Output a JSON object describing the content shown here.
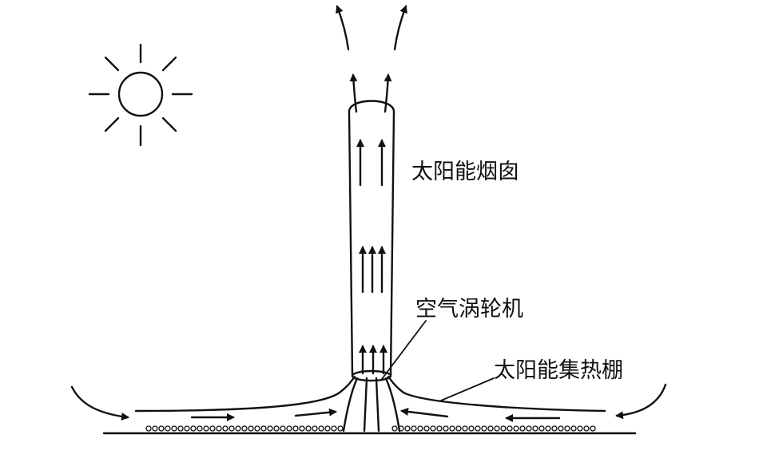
{
  "labels": {
    "chimney": "太阳能烟囱",
    "turbine": "空气涡轮机",
    "collector": "太阳能集热棚"
  },
  "icons": {
    "sun": "sun-icon"
  },
  "colors": {
    "ink": "#111111",
    "background": "#ffffff"
  }
}
